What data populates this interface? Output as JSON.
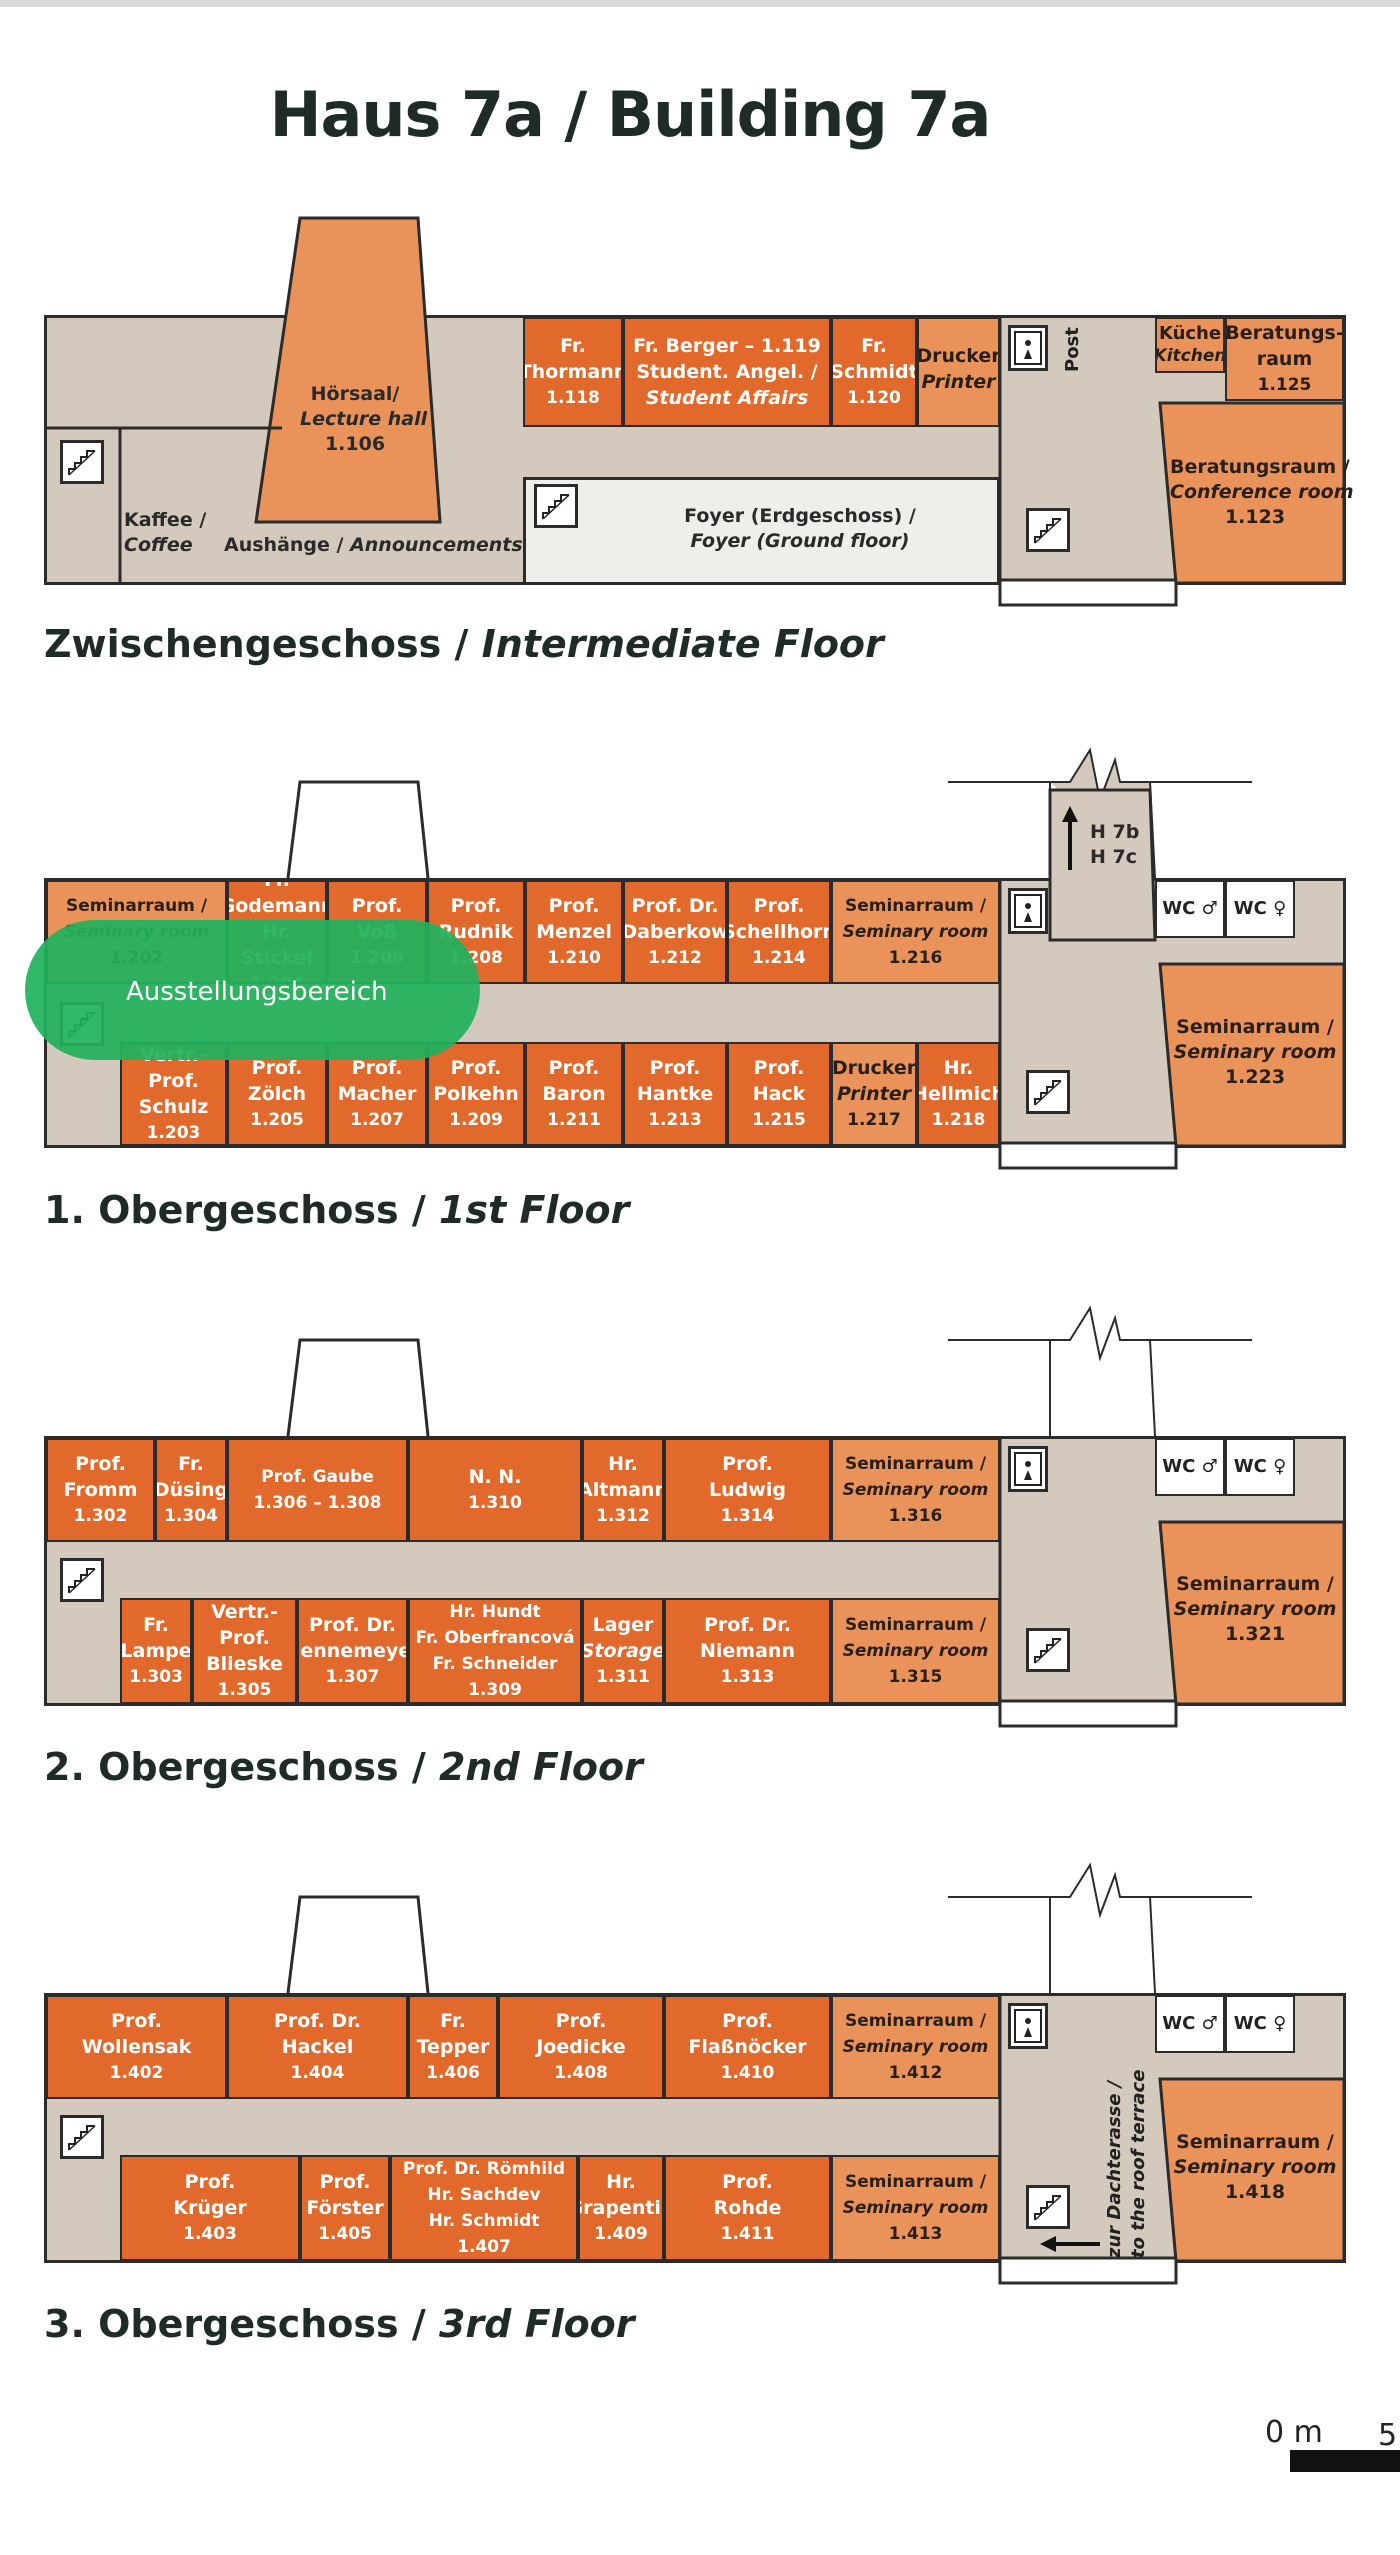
{
  "title": "Haus 7a / Building 7a",
  "floors": [
    {
      "label_de": "Zwischengeschoss / ",
      "label_en": "Intermediate Floor"
    },
    {
      "label_de": "1. Obergeschoss / ",
      "label_en": "1st Floor"
    },
    {
      "label_de": "2. Obergeschoss / ",
      "label_en": "2nd Floor"
    },
    {
      "label_de": "3. Obergeschoss / ",
      "label_en": "3rd Floor"
    }
  ],
  "intermediate": {
    "lecture": {
      "de": "Hörsaal/",
      "en": "Lecture hall",
      "num": "1.106"
    },
    "thormann": {
      "name": "Fr.",
      "name2": "Thormann",
      "num": "1.118"
    },
    "berger": {
      "name": "Fr. Berger – 1.119",
      "de": "Student. Angel. /",
      "en": "Student Affairs"
    },
    "schmidt": {
      "name": "Fr.",
      "name2": "Schmidt",
      "num": "1.120"
    },
    "printer": {
      "de": "Drucker",
      "en": "Printer"
    },
    "post": "Post",
    "kitchen": {
      "de": "Küche",
      "en": "Kitchen"
    },
    "beratung": {
      "de": "Beratungs-",
      "de2": "raum",
      "num": "1.125"
    },
    "conference": {
      "de": "Beratungsraum /",
      "en": "Conference room",
      "num": "1.123"
    },
    "coffee": {
      "de": "Kaffee /",
      "en": "Coffee"
    },
    "announce": {
      "de": "Aushänge / ",
      "en": "Announcements"
    },
    "foyer": {
      "de": "Foyer (Erdgeschoss) /",
      "en": "Foyer (Ground floor)"
    }
  },
  "first": {
    "top": [
      {
        "l1": "Seminarraum /",
        "l2": "Seminary room",
        "num": "1.202"
      },
      {
        "l1": "Fr.",
        "l2": "Godemann",
        "l3": "Hr. Stickel",
        "num": "1.204"
      },
      {
        "l1": "Prof.",
        "l2": "Voß",
        "num": "1.206"
      },
      {
        "l1": "Prof.",
        "l2": "Rudnik",
        "num": "1.208"
      },
      {
        "l1": "Prof.",
        "l2": "Menzel",
        "num": "1.210"
      },
      {
        "l1": "Prof. Dr.",
        "l2": "Daberkow",
        "num": "1.212"
      },
      {
        "l1": "Prof.",
        "l2": "Schellhorn",
        "num": "1.214"
      },
      {
        "l1": "Seminarraum /",
        "l2": "Seminary room",
        "num": "1.216"
      }
    ],
    "bottom": [
      {
        "l1": "Vertr.-Prof.",
        "l2": "Schulz",
        "num": "1.203"
      },
      {
        "l1": "Prof.",
        "l2": "Zölch",
        "num": "1.205"
      },
      {
        "l1": "Prof.",
        "l2": "Macher",
        "num": "1.207"
      },
      {
        "l1": "Prof.",
        "l2": "Polkehn",
        "num": "1.209"
      },
      {
        "l1": "Prof.",
        "l2": "Baron",
        "num": "1.211"
      },
      {
        "l1": "Prof.",
        "l2": "Hantke",
        "num": "1.213"
      },
      {
        "l1": "Prof.",
        "l2": "Hack",
        "num": "1.215"
      },
      {
        "l1": "Drucker",
        "l2": "Printer",
        "num": "1.217"
      },
      {
        "l1": "Hr.",
        "l2": "Hellmich",
        "num": "1.218"
      }
    ],
    "seminar_right": {
      "l1": "Seminarraum /",
      "l2": "Seminary room",
      "num": "1.223"
    },
    "arrow_label1": "H 7b",
    "arrow_label2": "H 7c",
    "wc_m": "WC ♂",
    "wc_f": "WC ♀",
    "exhibition": "Ausstellungsbereich"
  },
  "second": {
    "top": [
      {
        "l1": "Prof.",
        "l2": "Fromm",
        "num": "1.302"
      },
      {
        "l1": "Fr.",
        "l2": "Düsing",
        "num": "1.304"
      },
      {
        "l1": "Prof. Gaube",
        "l2": "1.306 – 1.308"
      },
      {
        "l1": "N. N.",
        "num": "1.310"
      },
      {
        "l1": "Hr.",
        "l2": "Altmann",
        "num": "1.312"
      },
      {
        "l1": "Prof.",
        "l2": "Ludwig",
        "num": "1.314"
      },
      {
        "l1": "Seminarraum /",
        "l2": "Seminary room",
        "num": "1.316"
      }
    ],
    "bottom": [
      {
        "l1": "Fr.",
        "l2": "Lampe",
        "num": "1.303"
      },
      {
        "l1": "Vertr.-Prof.",
        "l2": "Blieske",
        "num": "1.305"
      },
      {
        "l1": "Prof. Dr.",
        "l2": "Hennemeyer",
        "num": "1.307"
      },
      {
        "l1": "Hr. Hundt",
        "l2": "Fr. Oberfrancová",
        "l3": "Fr. Schneider",
        "num": "1.309"
      },
      {
        "l1": "Lager",
        "l2": "Storage",
        "num": "1.311"
      },
      {
        "l1": "Prof. Dr.",
        "l2": "Niemann",
        "num": "1.313"
      },
      {
        "l1": "Seminarraum /",
        "l2": "Seminary room",
        "num": "1.315"
      }
    ],
    "seminar_right": {
      "l1": "Seminarraum /",
      "l2": "Seminary room",
      "num": "1.321"
    },
    "wc_m": "WC ♂",
    "wc_f": "WC ♀"
  },
  "third": {
    "top": [
      {
        "l1": "Prof.",
        "l2": "Wollensak",
        "num": "1.402"
      },
      {
        "l1": "Prof. Dr.",
        "l2": "Hackel",
        "num": "1.404"
      },
      {
        "l1": "Fr.",
        "l2": "Tepper",
        "num": "1.406"
      },
      {
        "l1": "Prof.",
        "l2": "Joedicke",
        "num": "1.408"
      },
      {
        "l1": "Prof.",
        "l2": "Flaßnöcker",
        "num": "1.410"
      },
      {
        "l1": "Seminarraum /",
        "l2": "Seminary room",
        "num": "1.412"
      }
    ],
    "bottom": [
      {
        "l1": "Prof.",
        "l2": "Krüger",
        "num": "1.403"
      },
      {
        "l1": "Prof.",
        "l2": "Förster",
        "num": "1.405"
      },
      {
        "l1": "Prof. Dr. Römhild",
        "l2": "Hr. Sachdev",
        "l3": "Hr. Schmidt",
        "num": "1.407"
      },
      {
        "l1": "Hr.",
        "l2": "Grapentin",
        "num": "1.409"
      },
      {
        "l1": "Prof.",
        "l2": "Rohde",
        "num": "1.411"
      },
      {
        "l1": "Seminarraum /",
        "l2": "Seminary room",
        "num": "1.413"
      }
    ],
    "seminar_right": {
      "l1": "Seminarraum /",
      "l2": "Seminary room",
      "num": "1.418"
    },
    "roof1": "zur Dachterasse /",
    "roof2": "to the roof terrace",
    "wc_m": "WC ♂",
    "wc_f": "WC ♀"
  },
  "scale": {
    "start": "0 m",
    "end": "5"
  }
}
